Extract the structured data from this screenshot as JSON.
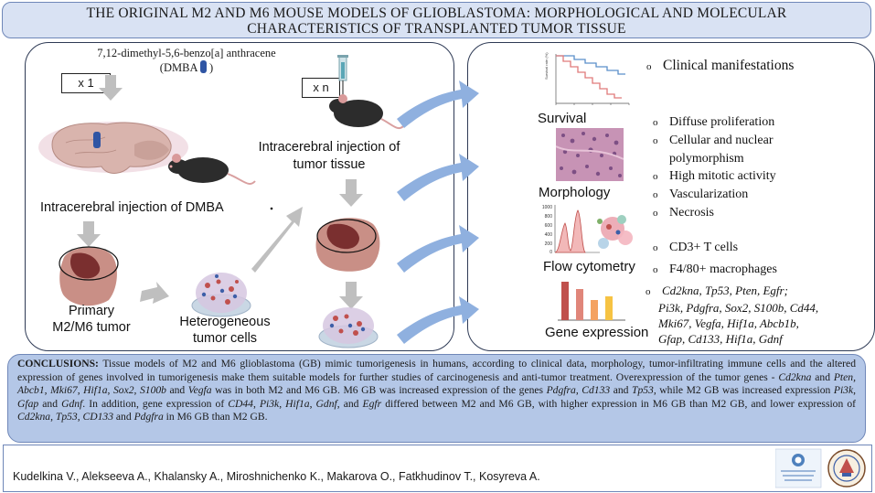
{
  "header": {
    "title_line1": "THE ORIGINAL M2 AND M6 MOUSE MODELS OF GLIOBLASTOMA: MORPHOLOGICAL AND MOLECULAR",
    "title_line2": "CHARACTERISTICS  OF TRANSPLANTED TUMOR TISSUE"
  },
  "left": {
    "dmba_line1": "7,12-dimethyl-5,6-benzo[a]  anthracene",
    "dmba_line2_open": "(DMBA ",
    "dmba_line2_close": " )",
    "x1_label": "x 1",
    "xn_label": "x n",
    "inj_tumor_line1": "Intracerebral injection of",
    "inj_tumor_line2": "tumor tissue",
    "inj_dmba": "Intracerebral injection of DMBA",
    "primary_line1": "Primary",
    "primary_line2": "M2/M6 tumor",
    "hetero_line1": "Heterogeneous",
    "hetero_line2": "tumor cells"
  },
  "right": {
    "survival_label": "Survival",
    "survival_ylabel": "Survival rate (%)",
    "clinical": "Clinical manifestations",
    "morphology_label": "Morphology",
    "morph_items": [
      "Diffuse proliferation",
      "Cellular and nuclear",
      "polymorphism",
      "High mitotic activity",
      "Vascularization",
      "Necrosis"
    ],
    "flow_label": "Flow cytometry",
    "flow_ticks": [
      "1000",
      "800",
      "600",
      "400",
      "200",
      "0"
    ],
    "flow_items": [
      "CD3+ T cells",
      "F4/80+ macrophages"
    ],
    "gene_label": "Gene expression",
    "gene_lines": [
      "Cd2kna, Tp53, Pten, Egfr;",
      "Pi3k, Pdgfra, Sox2, S100b, Cd44,",
      "Mki67, Vegfa, Hif1a, Abcb1b,",
      "Gfap, Cd133, Hif1a, Gdnf"
    ]
  },
  "conclusion": {
    "label": "CONCLUSIONS:",
    "s1": " Tissue models of M2 and M6 glioblastoma (GB) mimic tumorigenesis in humans, according to clinical  data, morphology, tumor-infiltrating immune cells and the altered expression of genes involved in tumorigenesis make them suitable models for further studies of carcinogenesis and anti-tumor treatment.  Overexpression of the tumor genes - ",
    "g1": "Cd2kna",
    "s2": " and ",
    "g2": "Pten,",
    "s3": "  ",
    "g3": "Abcb1",
    "s4": ", ",
    "g4": "Mki67",
    "s5": ", ",
    "g5": "Hif1a",
    "s6": ", ",
    "g6": "Sox2",
    "s7": ", ",
    "g7": "S100b",
    "s8": " and ",
    "g8": "Vegfa",
    "s9": " was in both M2 and M6 GB. M6 GB was increased expression of the genes ",
    "g9": "Pdgfra",
    "s10": ", ",
    "g10": "Cd133",
    "s11": " and ",
    "g11": "Tp53",
    "s12": ", while  M2 GB was increased expression ",
    "g12": "Pi3k",
    "s13": ", ",
    "g13": "Gfap",
    "s14": " and ",
    "g14": "Gdnf",
    "s15": ". In addition, gene expression of ",
    "g15": "CD44",
    "s16": ", ",
    "g16": "Pi3k",
    "s17": ", ",
    "g17": "Hif1a",
    "s18": ", ",
    "g18": "Gdnf",
    "s19": ", and ",
    "g19": "Egfr",
    "s20": "  differed between M2 and M6 GB, with higher expression in M6 GB than M2 GB, and lower expression of ",
    "g20": "Cd2kna",
    "s21": ", ",
    "g21": "Tp53",
    "s22": ", ",
    "g22": "CD133",
    "s23": " and ",
    "g23": "Pdgfra",
    "s24": " in M6 GB than M2 GB."
  },
  "footer": {
    "authors": "Kudelkina V., Alekseeva A., Khalansky A., Miroshnichenko K., Makarova O., Fatkhudinov T., Kosyreva A."
  },
  "colors": {
    "panel_border": "#2e3a55",
    "title_bg": "#d9e2f3",
    "conclusion_bg": "#b4c7e7",
    "flow_arrow": "#8fb0df",
    "grey_arrow": "#bfbfbf",
    "survival_blue": "#5b8fc9",
    "survival_red": "#e07a7a",
    "bar_red": "#c0504d",
    "bar_orange": "#f4a261",
    "bar_yellow": "#f6c343"
  }
}
